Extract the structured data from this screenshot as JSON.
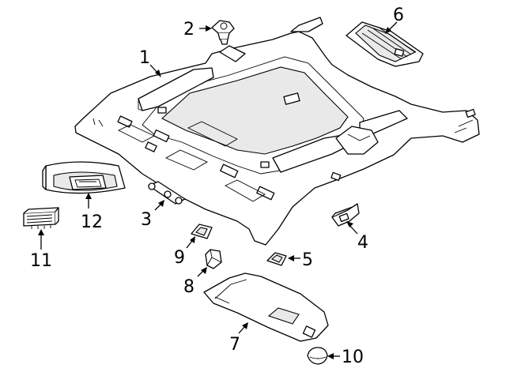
{
  "callouts": [
    {
      "id": "1",
      "label": "1"
    },
    {
      "id": "2",
      "label": "2"
    },
    {
      "id": "3",
      "label": "3"
    },
    {
      "id": "4",
      "label": "4"
    },
    {
      "id": "5",
      "label": "5"
    },
    {
      "id": "6",
      "label": "6"
    },
    {
      "id": "7",
      "label": "7"
    },
    {
      "id": "8",
      "label": "8"
    },
    {
      "id": "9",
      "label": "9"
    },
    {
      "id": "10",
      "label": "10"
    },
    {
      "id": "11",
      "label": "11"
    },
    {
      "id": "12",
      "label": "12"
    }
  ],
  "colors": {
    "line": "#000000",
    "background": "#ffffff",
    "shading": "#e9e9e9"
  }
}
